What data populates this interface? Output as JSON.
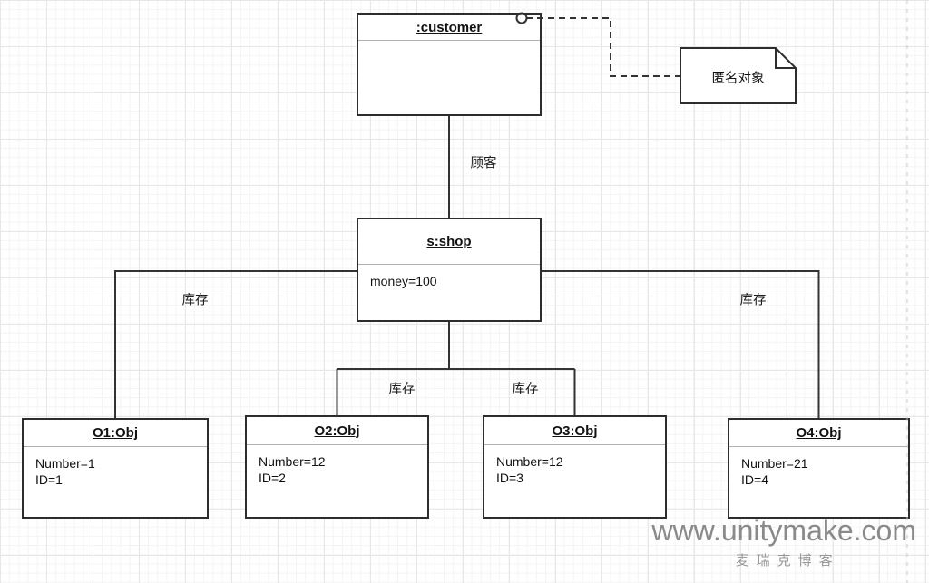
{
  "diagram": {
    "customer": {
      "title": ":customer"
    },
    "note": {
      "text": "匿名对象"
    },
    "shop": {
      "title": "s:shop",
      "attrs": [
        "money=100"
      ]
    },
    "objects": [
      {
        "title": "O1:Obj",
        "attrs": [
          "Number=1",
          "ID=1"
        ]
      },
      {
        "title": "O2:Obj",
        "attrs": [
          "Number=12",
          "ID=2"
        ]
      },
      {
        "title": "O3:Obj",
        "attrs": [
          "Number=12",
          "ID=3"
        ]
      },
      {
        "title": "O4:Obj",
        "attrs": [
          "Number=21",
          "ID=4"
        ]
      }
    ],
    "edge_labels": {
      "customer_shop": "顾客",
      "stock_left": "库存",
      "stock_mid_left": "库存",
      "stock_mid_right": "库存",
      "stock_right": "库存"
    },
    "colors": {
      "box_border": "#2d2d2d",
      "connector": "#333333",
      "page_boundary": "#cccccc"
    }
  },
  "watermark": {
    "site": "www.unitymake.com",
    "caption": "麦瑞克博客",
    "color": "#8a8a8a"
  }
}
